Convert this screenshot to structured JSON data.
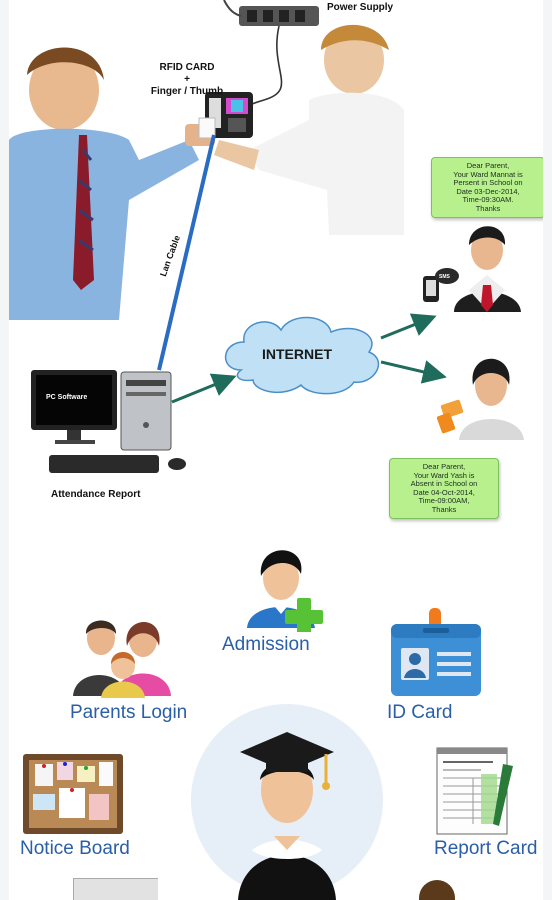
{
  "diagram": {
    "power_supply": "Power Supply",
    "rfid_card": [
      "RFID CARD",
      "+",
      "Finger / Thumb"
    ],
    "lan_cable": "Lan Cable",
    "internet": "INTERNET",
    "pc_software": "PC Software",
    "attendance_report": "Attendance Report",
    "sms_icon": "SMS",
    "sms_present": [
      "Dear Parent,",
      "Your Ward Mannat is",
      "Persent in School on",
      "Date 03-Dec-2014,",
      "Time-09:30AM.",
      "Thanks"
    ],
    "sms_absent": [
      "Dear Parent,",
      "Your Ward Yash is",
      "Absent in School on",
      "Date 04-Oct-2014,",
      "Time-09:00AM,",
      "Thanks"
    ]
  },
  "modules": {
    "admission": "Admission",
    "parents_login": "Parents Login",
    "id_card": "ID Card",
    "notice_board": "Notice Board",
    "report_card": "Report Card"
  },
  "colors": {
    "accent": "#2a5ea8",
    "bubble": "#b8f08e",
    "internet_cloud": "#bfe0f5",
    "circle": "#e6eef7"
  }
}
